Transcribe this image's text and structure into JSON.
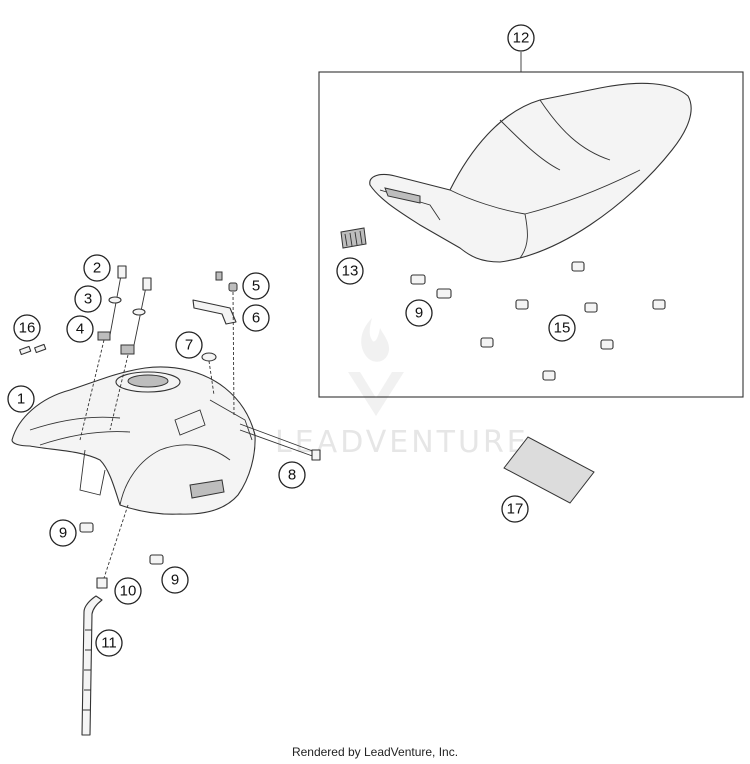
{
  "callouts": [
    {
      "id": "1",
      "label": "1"
    },
    {
      "id": "2",
      "label": "2"
    },
    {
      "id": "3",
      "label": "3"
    },
    {
      "id": "4",
      "label": "4"
    },
    {
      "id": "5",
      "label": "5"
    },
    {
      "id": "6",
      "label": "6"
    },
    {
      "id": "7",
      "label": "7"
    },
    {
      "id": "8",
      "label": "8"
    },
    {
      "id": "9a",
      "label": "9"
    },
    {
      "id": "9b",
      "label": "9"
    },
    {
      "id": "9c",
      "label": "9"
    },
    {
      "id": "10",
      "label": "10"
    },
    {
      "id": "11",
      "label": "11"
    },
    {
      "id": "12",
      "label": "12"
    },
    {
      "id": "13",
      "label": "13"
    },
    {
      "id": "15",
      "label": "15"
    },
    {
      "id": "16",
      "label": "16"
    },
    {
      "id": "17",
      "label": "17"
    }
  ],
  "watermark": "LEADVENTURE",
  "footer": "Rendered by LeadVenture, Inc."
}
